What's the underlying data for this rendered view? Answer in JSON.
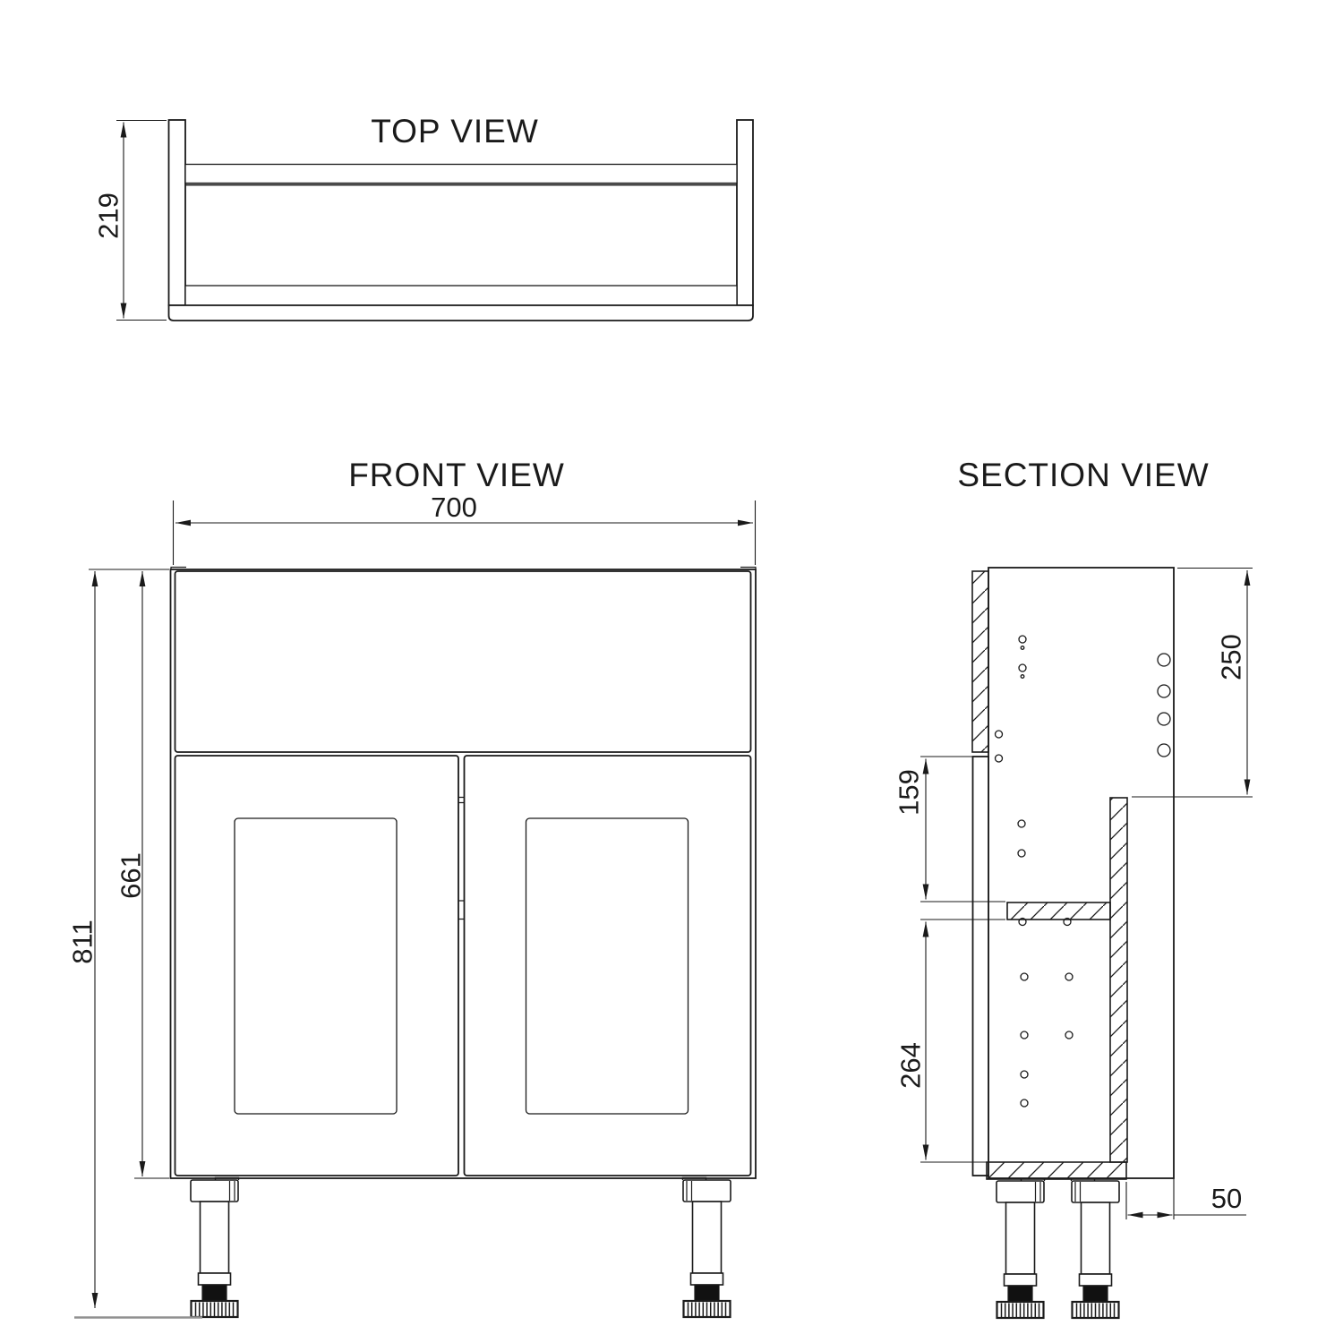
{
  "drawing": {
    "views": {
      "top": {
        "title": "TOP VIEW",
        "depth_dim": "219"
      },
      "front": {
        "title": "FRONT VIEW",
        "width_dim": "700",
        "total_height_dim": "811",
        "body_height_dim": "661"
      },
      "section": {
        "title": "SECTION VIEW",
        "back_drop_dim": "250",
        "upper_gap_dim": "159",
        "lower_gap_dim": "264",
        "service_void_dim": "50"
      }
    },
    "colors": {
      "line": "#1a1a1a",
      "floor": "#909090",
      "background": "#ffffff",
      "fill_black": "#111111"
    }
  }
}
